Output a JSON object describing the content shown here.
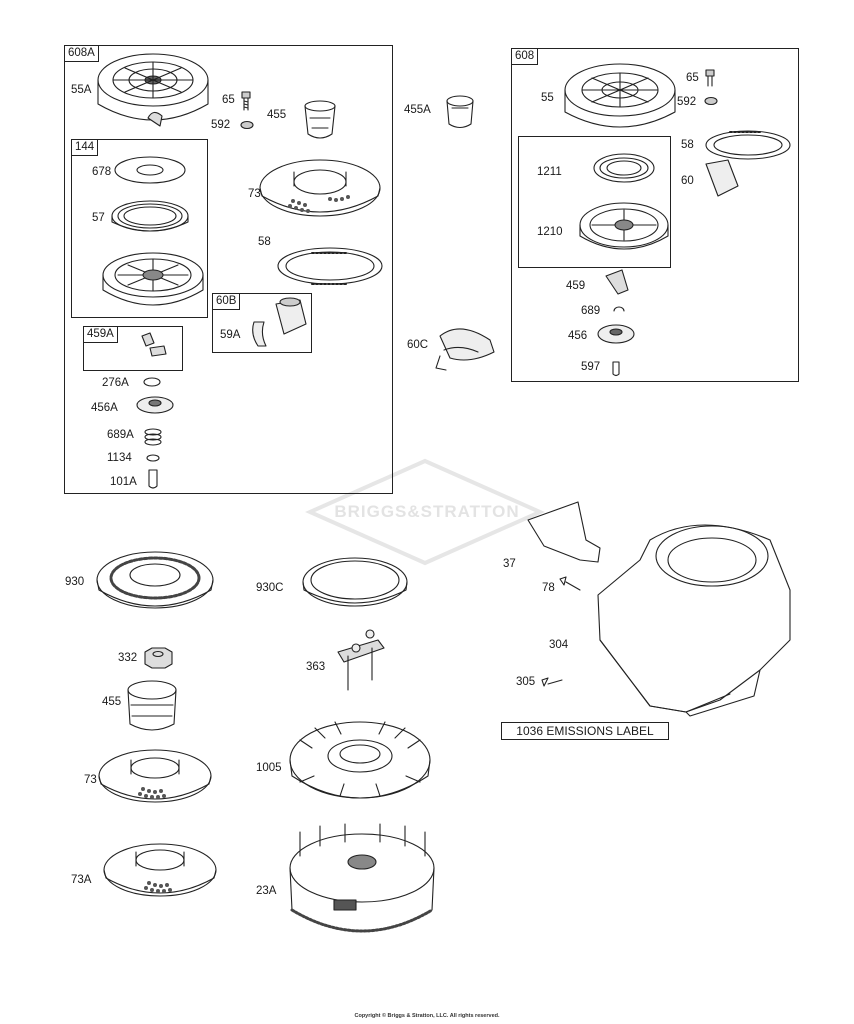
{
  "watermark": "BRIGGS&STRATTON",
  "copyright": "Copyright © Briggs & Stratton, LLC. All rights reserved.",
  "emissions_label": "1036 EMISSIONS LABEL",
  "groups": {
    "g608A": "608A",
    "g144": "144",
    "g459A": "459A",
    "g60B": "60B",
    "g608": "608"
  },
  "parts": {
    "p55A": "55A",
    "p65a": "65",
    "p592a": "592",
    "p455a": "455",
    "p455A": "455A",
    "p678": "678",
    "p57": "57",
    "p73a": "73",
    "p58a": "58",
    "p59A": "59A",
    "p276A": "276A",
    "p456A": "456A",
    "p689A": "689A",
    "p1134": "1134",
    "p101A": "101A",
    "p60C": "60C",
    "p55": "55",
    "p65b": "65",
    "p592b": "592",
    "p58b": "58",
    "p60": "60",
    "p1211": "1211",
    "p1210": "1210",
    "p459": "459",
    "p689": "689",
    "p456": "456",
    "p597": "597",
    "p930": "930",
    "p930C": "930C",
    "p37": "37",
    "p78": "78",
    "p304": "304",
    "p305": "305",
    "p332": "332",
    "p363": "363",
    "p455b": "455",
    "p73b": "73",
    "p1005": "1005",
    "p73A": "73A",
    "p23A": "23A"
  }
}
